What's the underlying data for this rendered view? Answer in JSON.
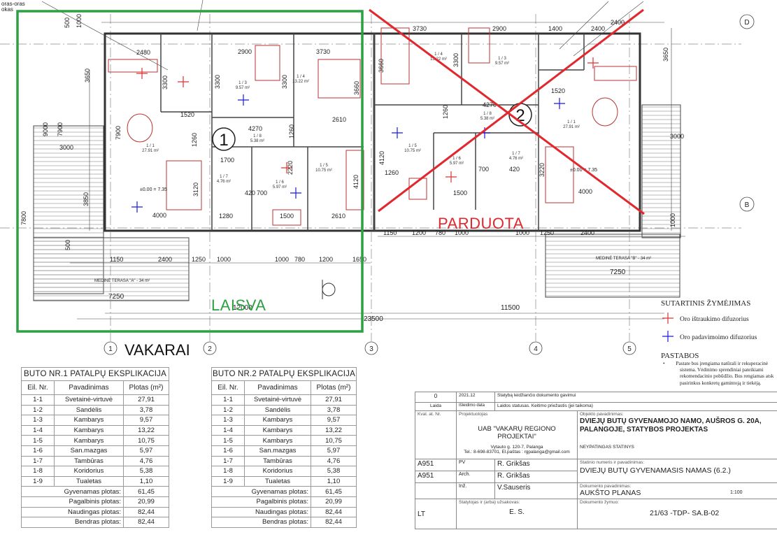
{
  "plan": {
    "left_label": "LAISVA",
    "right_label": "PARDUOTA",
    "orientation_label": "VAKARAI",
    "apartment_marks": [
      "1",
      "2"
    ],
    "axis_letters": [
      "D",
      "B"
    ],
    "axis_numbers": [
      "1",
      "2",
      "3",
      "4",
      "5"
    ],
    "terrace_a": "MEDINĖ TERASA \"A\" - 34 m²",
    "terrace_b": "MEDINĖ TERASA \"B\" - 34 m²",
    "level_a": "±0.00 = 7.35",
    "level_b": "±0.00 = 7.35",
    "rooms_1": [
      {
        "id": "1 / 1",
        "area": "27.91 m²"
      },
      {
        "id": "1 / 3",
        "area": "9.57 m²"
      },
      {
        "id": "1 / 4",
        "area": "13.22 m²"
      },
      {
        "id": "1 / 5",
        "area": "10.75 m²"
      },
      {
        "id": "1 / 6",
        "area": "5.97 m²"
      },
      {
        "id": "1 / 7",
        "area": "4.76 m²"
      },
      {
        "id": "1 / 8",
        "area": "5.38 m²"
      }
    ],
    "rooms_2": [
      {
        "id": "1 / 4",
        "area": "13.22 m²"
      },
      {
        "id": "1 / 3",
        "area": "9.57 m²"
      },
      {
        "id": "1 / 8",
        "area": "5.38 m²"
      },
      {
        "id": "1 / 5",
        "area": "10.75 m²"
      },
      {
        "id": "1 / 6",
        "area": "5.97 m²"
      },
      {
        "id": "1 / 7",
        "area": "4.76 m²"
      },
      {
        "id": "1 / 1",
        "area": "27.91 m²"
      }
    ],
    "dims": {
      "d2480": "2480",
      "d2900a": "2900",
      "d3730a": "3730",
      "d3730b": "3730",
      "d2900b": "2900",
      "d1400": "1400",
      "d2400top": "2400",
      "d1520a": "1520",
      "d1520b": "1520",
      "d4270a": "4270",
      "d4270b": "4270",
      "d2610a": "2610",
      "d2610b": "2610",
      "d4000a": "4000",
      "d4000b": "4000",
      "d1700": "1700",
      "d1500a": "1500",
      "d1500b": "1500",
      "d420a": "420",
      "d420b": "420",
      "d700a": "700",
      "d700b": "700",
      "d1260a": "1260",
      "d1260b": "1260",
      "d1260c": "1260",
      "d3300a": "3300",
      "d3300b": "3300",
      "d3300c": "3300",
      "d3300d": "3300",
      "d3650a": "3650",
      "d3650b": "3650",
      "d3660a": "3660",
      "d3660b": "3660",
      "d9000": "9000",
      "d7900a": "7900",
      "d7900b": "7900",
      "d3000a": "3000",
      "d3000b": "3000",
      "d3850": "3850",
      "d7800": "7800",
      "d4120a": "4120",
      "d4120b": "4120",
      "d3220": "3220",
      "d3120": "3120",
      "d2220": "2220",
      "d1280": "1280",
      "d500a": "500",
      "d500b": "500",
      "d1000a": "1000",
      "d1000b": "1000",
      "d1150a": "1150",
      "d2400a": "2400",
      "d1250a": "1250",
      "d1000c": "1000",
      "d1000d": "1000",
      "d780a": "780",
      "d1200a": "1200",
      "d1650": "1650",
      "d1150b": "1150",
      "d1200b": "1200",
      "d780b": "780",
      "d1000e": "1000",
      "d1000f": "1000",
      "d1250b": "1250",
      "d2400b": "2400",
      "d7250a": "7250",
      "d7250b": "7250",
      "d12000": "12000",
      "d11500": "11500",
      "d23500": "23500",
      "d1260d": "1260",
      "d2400c": "2400"
    },
    "legend": {
      "title": "SUTARTINIS ŽYMĖJIMAS",
      "exhaust": "Oro ištraukimo difuzorius",
      "supply": "Oro padavimoimo difuzorius",
      "notes_title": "PASTABOS",
      "note_lines": [
        "Pastate bus įrengiama natūrali ir rekuperacinė",
        "sistema. Vėdinimo sprendiniai pateikiami",
        "rekomendacinio pobūdžio. Bus rengiamas atsk",
        "pasirinkus konkretų gamintoją ir tiekėją."
      ]
    },
    "top_left_text": [
      "oras-oras",
      "okas"
    ]
  },
  "table1": {
    "caption": "BUTO NR.1 PATALPŲ EKSPLIKACIJA",
    "headers": [
      "Eil. Nr.",
      "Pavadinimas",
      "Plotas (m²)"
    ],
    "rows": [
      [
        "1-1",
        "Svetainė-virtuvė",
        "27,91"
      ],
      [
        "1-2",
        "Sandėlis",
        "3,78"
      ],
      [
        "1-3",
        "Kambarys",
        "9,57"
      ],
      [
        "1-4",
        "Kambarys",
        "13,22"
      ],
      [
        "1-5",
        "Kambarys",
        "10,75"
      ],
      [
        "1-6",
        "San.mazgas",
        "5,97"
      ],
      [
        "1-7",
        "Tambūras",
        "4,76"
      ],
      [
        "1-8",
        "Koridorius",
        "5,38"
      ],
      [
        "1-9",
        "Tualetas",
        "1,10"
      ]
    ],
    "totals": [
      [
        "Gyvenamas plotas:",
        "61,45"
      ],
      [
        "Pagalbinis plotas:",
        "20,99"
      ],
      [
        "Naudingas plotas:",
        "82,44"
      ],
      [
        "Bendras plotas:",
        "82,44"
      ]
    ]
  },
  "table2": {
    "caption": "BUTO NR.2 PATALPŲ EKSPLIKACIJA",
    "headers": [
      "Eil. Nr.",
      "Pavadinimas",
      "Plotas (m²)"
    ],
    "rows": [
      [
        "1-1",
        "Svetainė-virtuvė",
        "27,91"
      ],
      [
        "1-2",
        "Sandėlis",
        "3,78"
      ],
      [
        "1-3",
        "Kambarys",
        "9,57"
      ],
      [
        "1-4",
        "Kambarys",
        "13,22"
      ],
      [
        "1-5",
        "Kambarys",
        "10,75"
      ],
      [
        "1-6",
        "San.mazgas",
        "5,97"
      ],
      [
        "1-7",
        "Tambūras",
        "4,76"
      ],
      [
        "1-8",
        "Koridorius",
        "5,38"
      ],
      [
        "1-9",
        "Tualetas",
        "1,10"
      ]
    ],
    "totals": [
      [
        "Gyvenamas plotas:",
        "61,45"
      ],
      [
        "Pagalbinis plotas:",
        "20,99"
      ],
      [
        "Naudingas plotas:",
        "82,44"
      ],
      [
        "Bendras plotas:",
        "82,44"
      ]
    ]
  },
  "titleblock": {
    "rev": "0",
    "rev_date": "2021.12",
    "rev_text": "Statybą leidžiančio dokumento gavimui",
    "col_laida": "Laida",
    "col_data": "Išleidimo data",
    "col_status": "Laidos statusas. Keitimo priežastis (jei taikoma)",
    "kval_label": "Kval. at. Nr.",
    "proj_label": "Projektuotojas",
    "company": "UAB \"VAKARŲ REGIONO PROJEKTAI\"",
    "address": "Vytauto g. 120-7, Palanga",
    "contacts": "Tel.: 8-698-83701, El.paštas : rgpalanga@gmail.com",
    "object_label": "Objekto pavadinimas:",
    "object_name": "DVIEJŲ BUTŲ GYVENAMOJO NAMO, AUŠROS G. 20A, PALANGOJE, STATYBOS PROJEKTAS",
    "category": "NEYPATINGAS STATINYS",
    "building_label": "Statinio numeris ir pavadinimas:",
    "building_name": "DVIEJŲ BUTŲ GYVENAMASIS NAMAS (6.2.)",
    "doc_label": "Dokumento pavadinimas:",
    "doc_name": "AUKŠTO PLANAS",
    "scale": "1:100",
    "doc_no_label": "Dokumento žymuo:",
    "doc_no": "21/63 -TDP- SA.B-02",
    "cert1": "A951",
    "role1": "PV",
    "name1": "R. Grikšas",
    "cert2": "A951",
    "role2": "Arch.",
    "name2": "R. Grikšas",
    "role3": "Inž.",
    "name3": "V.Sauseris",
    "client_label": "Statytojas ir (arba) užsakovas:",
    "client": "E. S.",
    "country": "LT"
  }
}
